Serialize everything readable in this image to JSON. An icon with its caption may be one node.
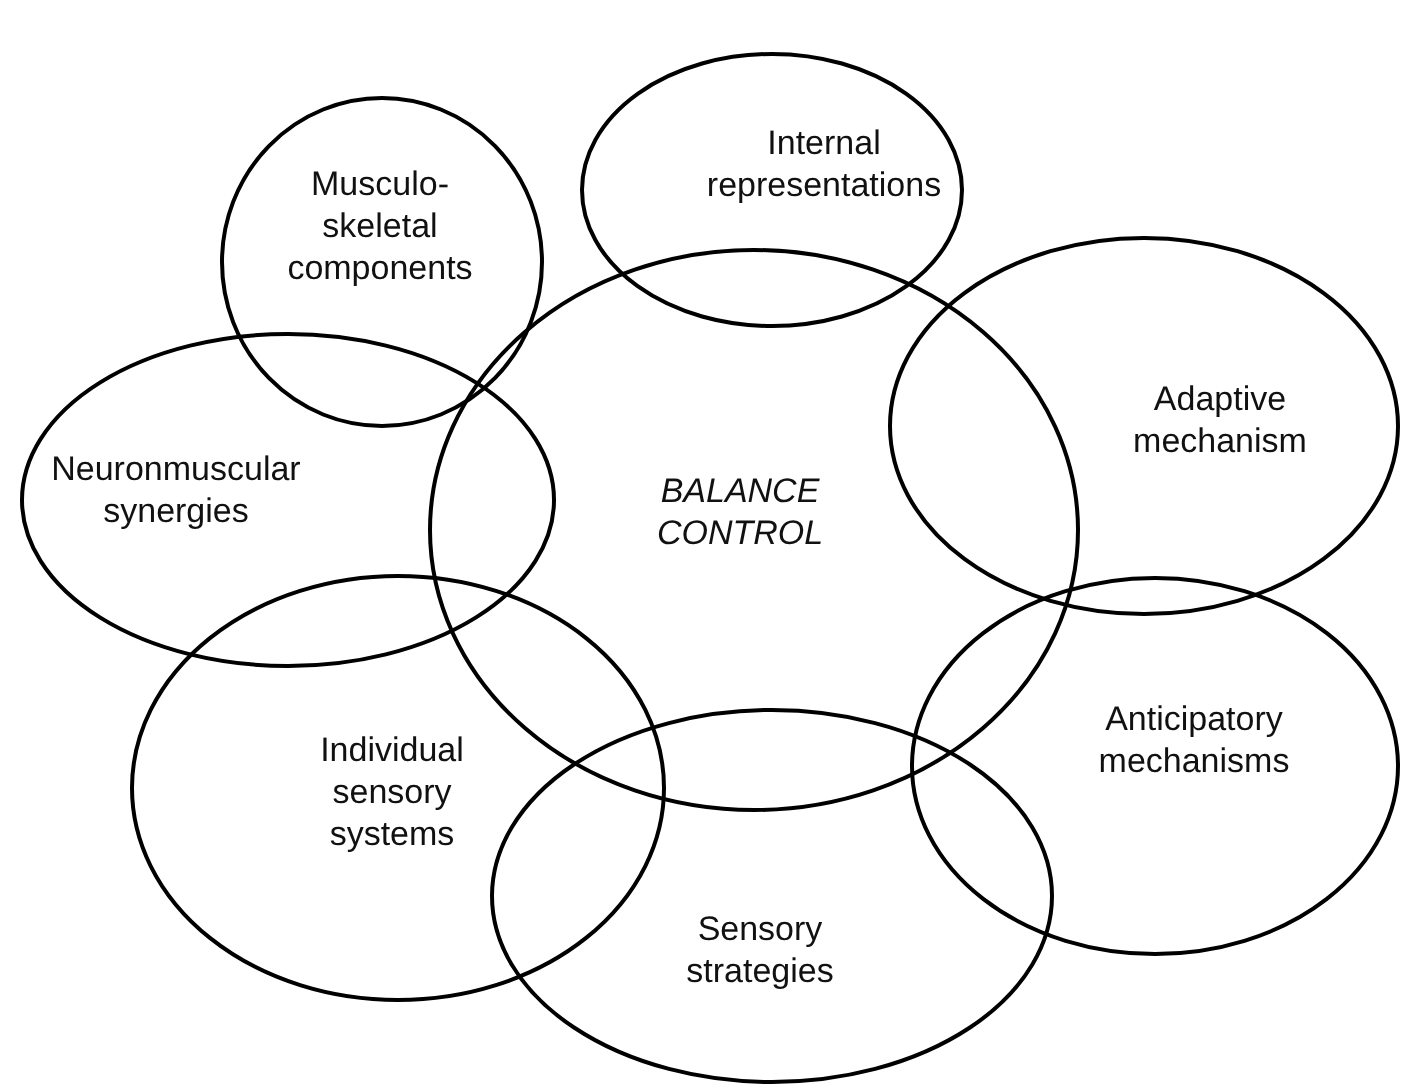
{
  "diagram": {
    "nodes": [
      {
        "text": [
          "Musculo- skeletal components"
        ]
      },
      {
        "text": [
          "Internal representations"
        ]
      },
      {
        "text": [
          "Adaptive mechanism"
        ]
      },
      {
        "text": [
          "Neuronmuscular synergies"
        ]
      },
      {
        "text": [
          "BALANCE CONTROL"
        ]
      },
      {
        "text": [
          "Individual sensory systems"
        ]
      },
      {
        "text": [
          "Anticipatory mechanisms"
        ]
      },
      {
        "text": [
          "Sensory strategies"
        ]
      }
    ],
    "edges": []
  }
}
